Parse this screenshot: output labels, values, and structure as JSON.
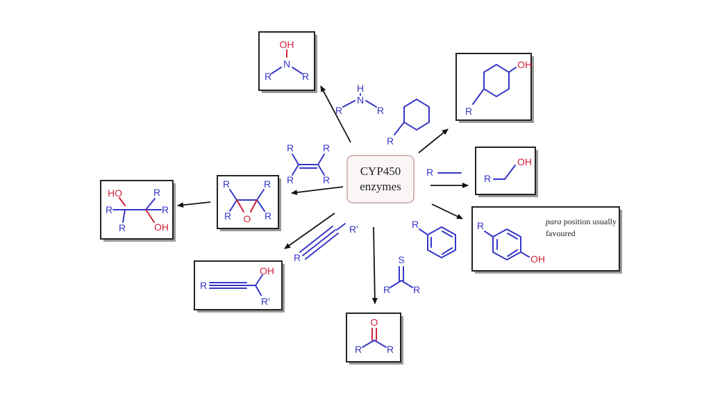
{
  "center": {
    "line1": "CYP450",
    "line2": "enzymes"
  },
  "colors": {
    "bond": "#3535c8",
    "heteroatom": "#d0203a",
    "text": "#222222",
    "center_fill": "#fbf6f6",
    "center_border": "#c9a0a0"
  },
  "amine": {
    "r1": "R",
    "r2": "R",
    "n": "N",
    "h": "H"
  },
  "hydroxylamine": {
    "r1": "R",
    "r2": "R",
    "n": "N",
    "oh": "OH"
  },
  "cyclohexane": {
    "r": "R"
  },
  "cyclohexanol": {
    "r": "R",
    "oh": "OH"
  },
  "alkane": {
    "r": "R"
  },
  "alcohol": {
    "r": "R",
    "oh": "OH"
  },
  "alkene": {
    "r1": "R",
    "r2": "R",
    "r3": "R",
    "r4": "R"
  },
  "epoxide": {
    "r1": "R",
    "r2": "R",
    "r3": "R",
    "r4": "R",
    "o": "O"
  },
  "diol": {
    "ho": "HO",
    "oh": "OH",
    "r1": "R",
    "r2": "R",
    "r3": "R",
    "r4": "R"
  },
  "alkyne": {
    "r": "R",
    "r2": "R'"
  },
  "propargyl": {
    "r": "R",
    "oh": "OH",
    "r2": "R'"
  },
  "thioketone": {
    "s": "S",
    "r1": "R",
    "r2": "R"
  },
  "ketone": {
    "o": "O",
    "r1": "R",
    "r2": "R"
  },
  "benzene": {
    "r": "R"
  },
  "phenol": {
    "r": "R",
    "oh": "OH",
    "note_italic": "para",
    "note_rest": " position usually",
    "note_line2": "favoured"
  }
}
